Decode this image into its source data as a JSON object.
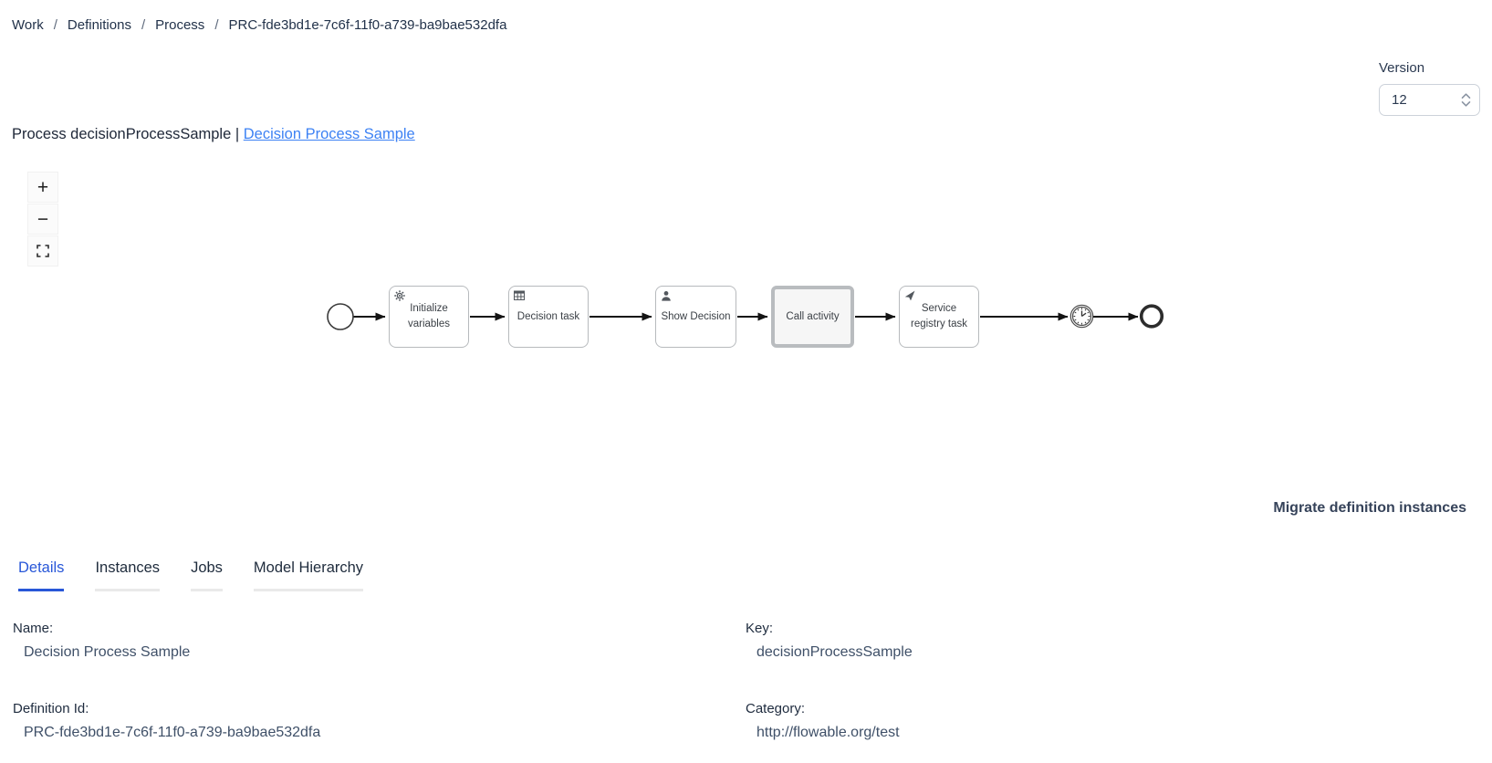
{
  "breadcrumb": {
    "separator": "/",
    "items": [
      {
        "label": "Work"
      },
      {
        "label": "Definitions"
      },
      {
        "label": "Process"
      },
      {
        "label": "PRC-fde3bd1e-7c6f-11f0-a739-ba9bae532dfa"
      }
    ]
  },
  "version": {
    "label": "Version",
    "value": "12"
  },
  "header": {
    "title_prefix": "Process decisionProcessSample | ",
    "title_link": "Decision Process Sample"
  },
  "diagram": {
    "controls": {
      "zoom_in": "+",
      "zoom_out": "−"
    },
    "nodes": [
      {
        "type": "start-event"
      },
      {
        "type": "service-task",
        "label": "Initialize variables",
        "icon": "gear-icon"
      },
      {
        "type": "business-rule-task",
        "label": "Decision task",
        "icon": "table-icon"
      },
      {
        "type": "user-task",
        "label": "Show Decision",
        "icon": "user-icon"
      },
      {
        "type": "call-activity",
        "label": "Call activity"
      },
      {
        "type": "send-task",
        "label": "Service registry task",
        "icon": "send-icon"
      },
      {
        "type": "timer-intermediate-event"
      },
      {
        "type": "end-event"
      }
    ]
  },
  "actions": {
    "migrate": "Migrate definition instances"
  },
  "tabs": [
    {
      "label": "Details",
      "active": true
    },
    {
      "label": "Instances",
      "active": false
    },
    {
      "label": "Jobs",
      "active": false
    },
    {
      "label": "Model Hierarchy",
      "active": false
    }
  ],
  "details": {
    "fields": [
      {
        "label": "Name:",
        "value": "Decision Process Sample"
      },
      {
        "label": "Key:",
        "value": "decisionProcessSample"
      },
      {
        "label": "Definition Id:",
        "value": "PRC-fde3bd1e-7c6f-11f0-a739-ba9bae532dfa"
      },
      {
        "label": "Category:",
        "value": "http://flowable.org/test"
      }
    ]
  },
  "colors": {
    "link": "#3d82f4",
    "tab_active": "#2857d8",
    "text_primary": "#263449",
    "text_value": "#3f5068"
  }
}
